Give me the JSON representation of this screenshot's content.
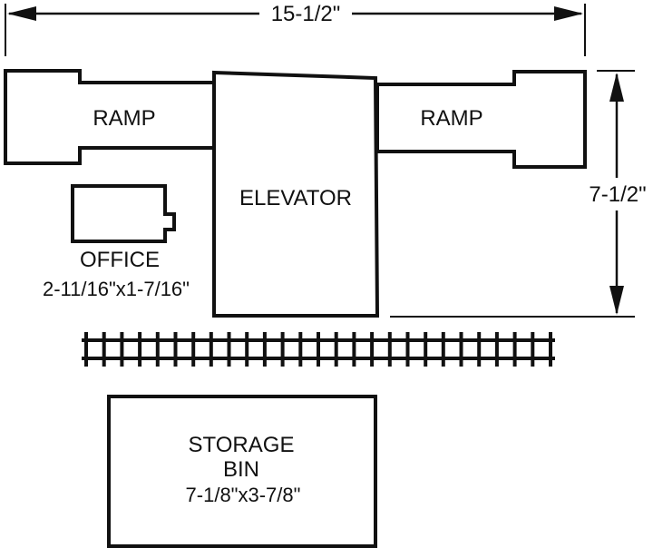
{
  "dimensions": {
    "width_label": "15-1/2\"",
    "height_label": "7-1/2\""
  },
  "ramp_left": {
    "label": "RAMP"
  },
  "ramp_right": {
    "label": "RAMP"
  },
  "elevator": {
    "label": "ELEVATOR"
  },
  "office": {
    "label": "OFFICE",
    "size": "2-11/16\"x1-7/16\""
  },
  "storage_bin": {
    "label_line1": "STORAGE",
    "label_line2": "BIN",
    "size": "7-1/8\"x3-7/8\""
  },
  "track": {
    "tie_count": 27
  }
}
